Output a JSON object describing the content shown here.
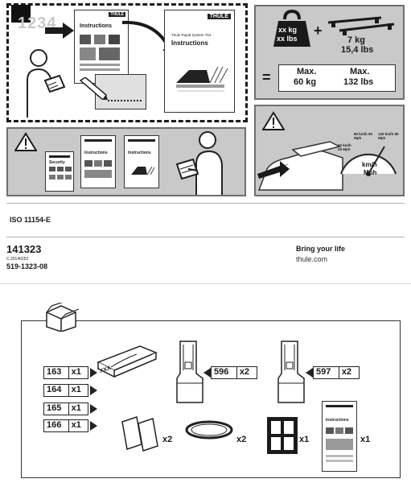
{
  "top": {
    "page_mark": "1234",
    "instructions_label": "Instructions",
    "thule_logo": "THULE",
    "booklet_heading": "Thule Rapid System 754",
    "booklet_label": "Instructions"
  },
  "weights": {
    "weight_kg": "xx kg",
    "weight_lbs": "xx lbs",
    "plus": "+",
    "rack_kg": "7 kg",
    "rack_lbs": "15,4 lbs",
    "equals": "=",
    "max_label": "Max.",
    "max_kg": "60 kg",
    "max_lbs": "132 lbs"
  },
  "docs_panel": {
    "security_label": "Security",
    "instructions_label": "Instructions"
  },
  "speed": {
    "s1": "130 km/h 80 Mph",
    "s2": "80 km/h 50 Mph",
    "s3": "40 km/h 25 Mph",
    "unit_kmh": "km/h",
    "unit_mph": "Mph"
  },
  "footer": {
    "iso": "ISO 11154-E",
    "part_number": "141323",
    "ref_small": "C.20140252",
    "code": "519-1323-08",
    "slogan": "Bring your life",
    "url": "thule.com"
  },
  "parts": {
    "box_labels": {
      "xxx": "XXX"
    },
    "rows": [
      {
        "num": "163",
        "qty": "x1"
      },
      {
        "num": "164",
        "qty": "x1"
      },
      {
        "num": "165",
        "qty": "x1"
      },
      {
        "num": "166",
        "qty": "x1"
      }
    ],
    "foot_596": {
      "num": "596",
      "qty": "x2"
    },
    "foot_597": {
      "num": "597",
      "qty": "x2"
    },
    "pads_qty": "x2",
    "strip_qty": "x2",
    "stickers_qty": "x1",
    "manual_qty": "x1"
  },
  "colors": {
    "panel_grey": "#c9c9c9",
    "ink": "#1a1a1a"
  }
}
